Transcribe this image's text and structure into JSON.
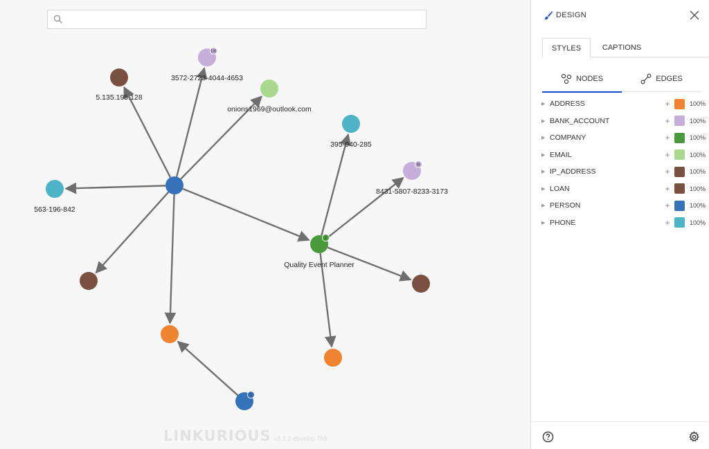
{
  "search": {
    "placeholder": "",
    "value": ""
  },
  "graph": {
    "nodes": [
      {
        "id": "center",
        "color": "#3672b9",
        "label": ""
      },
      {
        "id": "ip1",
        "color": "#7a5140",
        "label": "5.135.195.128"
      },
      {
        "id": "bank1",
        "color": "#c5aed9",
        "label": "3572-2723-4044-4653",
        "badge": "195"
      },
      {
        "id": "email1",
        "color": "#a9d98f",
        "label": "onions1969@outlook.com"
      },
      {
        "id": "phone1",
        "color": "#4db3c6",
        "label": "563-196-842"
      },
      {
        "id": "loan1",
        "color": "#7a5140",
        "label": ""
      },
      {
        "id": "addr1",
        "color": "#f0832f",
        "label": ""
      },
      {
        "id": "person2",
        "color": "#3672b9",
        "label": "",
        "badge": "1"
      },
      {
        "id": "company",
        "color": "#4a9a3c",
        "label": "Quality Event Planner",
        "badge": "3"
      },
      {
        "id": "phone2",
        "color": "#4db3c6",
        "label": "395-940-285"
      },
      {
        "id": "bank2",
        "color": "#c5aed9",
        "label": "8431-5807-8233-3173",
        "badge": "95"
      },
      {
        "id": "loan2",
        "color": "#7a5140",
        "label": ""
      },
      {
        "id": "addr2",
        "color": "#f0832f",
        "label": ""
      }
    ],
    "edges": [
      [
        "center",
        "ip1"
      ],
      [
        "center",
        "bank1"
      ],
      [
        "center",
        "email1"
      ],
      [
        "center",
        "phone1"
      ],
      [
        "center",
        "loan1"
      ],
      [
        "center",
        "addr1"
      ],
      [
        "center",
        "company"
      ],
      [
        "person2",
        "addr1"
      ],
      [
        "company",
        "phone2"
      ],
      [
        "company",
        "bank2"
      ],
      [
        "company",
        "loan2"
      ],
      [
        "company",
        "addr2"
      ]
    ]
  },
  "watermark": {
    "brand": "LINKURIOUS",
    "version": "v3.1.2-develop.769"
  },
  "panel": {
    "title": "DESIGN",
    "tabs": [
      {
        "label": "STYLES",
        "active": true
      },
      {
        "label": "CAPTIONS",
        "active": false
      }
    ],
    "subtabs": [
      {
        "label": "NODES",
        "active": true
      },
      {
        "label": "EDGES",
        "active": false
      }
    ],
    "node_types": [
      {
        "name": "ADDRESS",
        "color": "#f0832f",
        "opacity": "100%"
      },
      {
        "name": "BANK_ACCOUNT",
        "color": "#c5aed9",
        "opacity": "100%"
      },
      {
        "name": "COMPANY",
        "color": "#4a9a3c",
        "opacity": "100%"
      },
      {
        "name": "EMAIL",
        "color": "#a9d98f",
        "opacity": "100%"
      },
      {
        "name": "IP_ADDRESS",
        "color": "#7a5140",
        "opacity": "100%"
      },
      {
        "name": "LOAN",
        "color": "#7a5140",
        "opacity": "100%"
      },
      {
        "name": "PERSON",
        "color": "#3672b9",
        "opacity": "100%"
      },
      {
        "name": "PHONE",
        "color": "#4db3c6",
        "opacity": "100%"
      }
    ],
    "icons": {
      "header": "paint-brush-icon",
      "close": "close-icon",
      "help": "help-icon",
      "settings": "gear-icon"
    }
  }
}
